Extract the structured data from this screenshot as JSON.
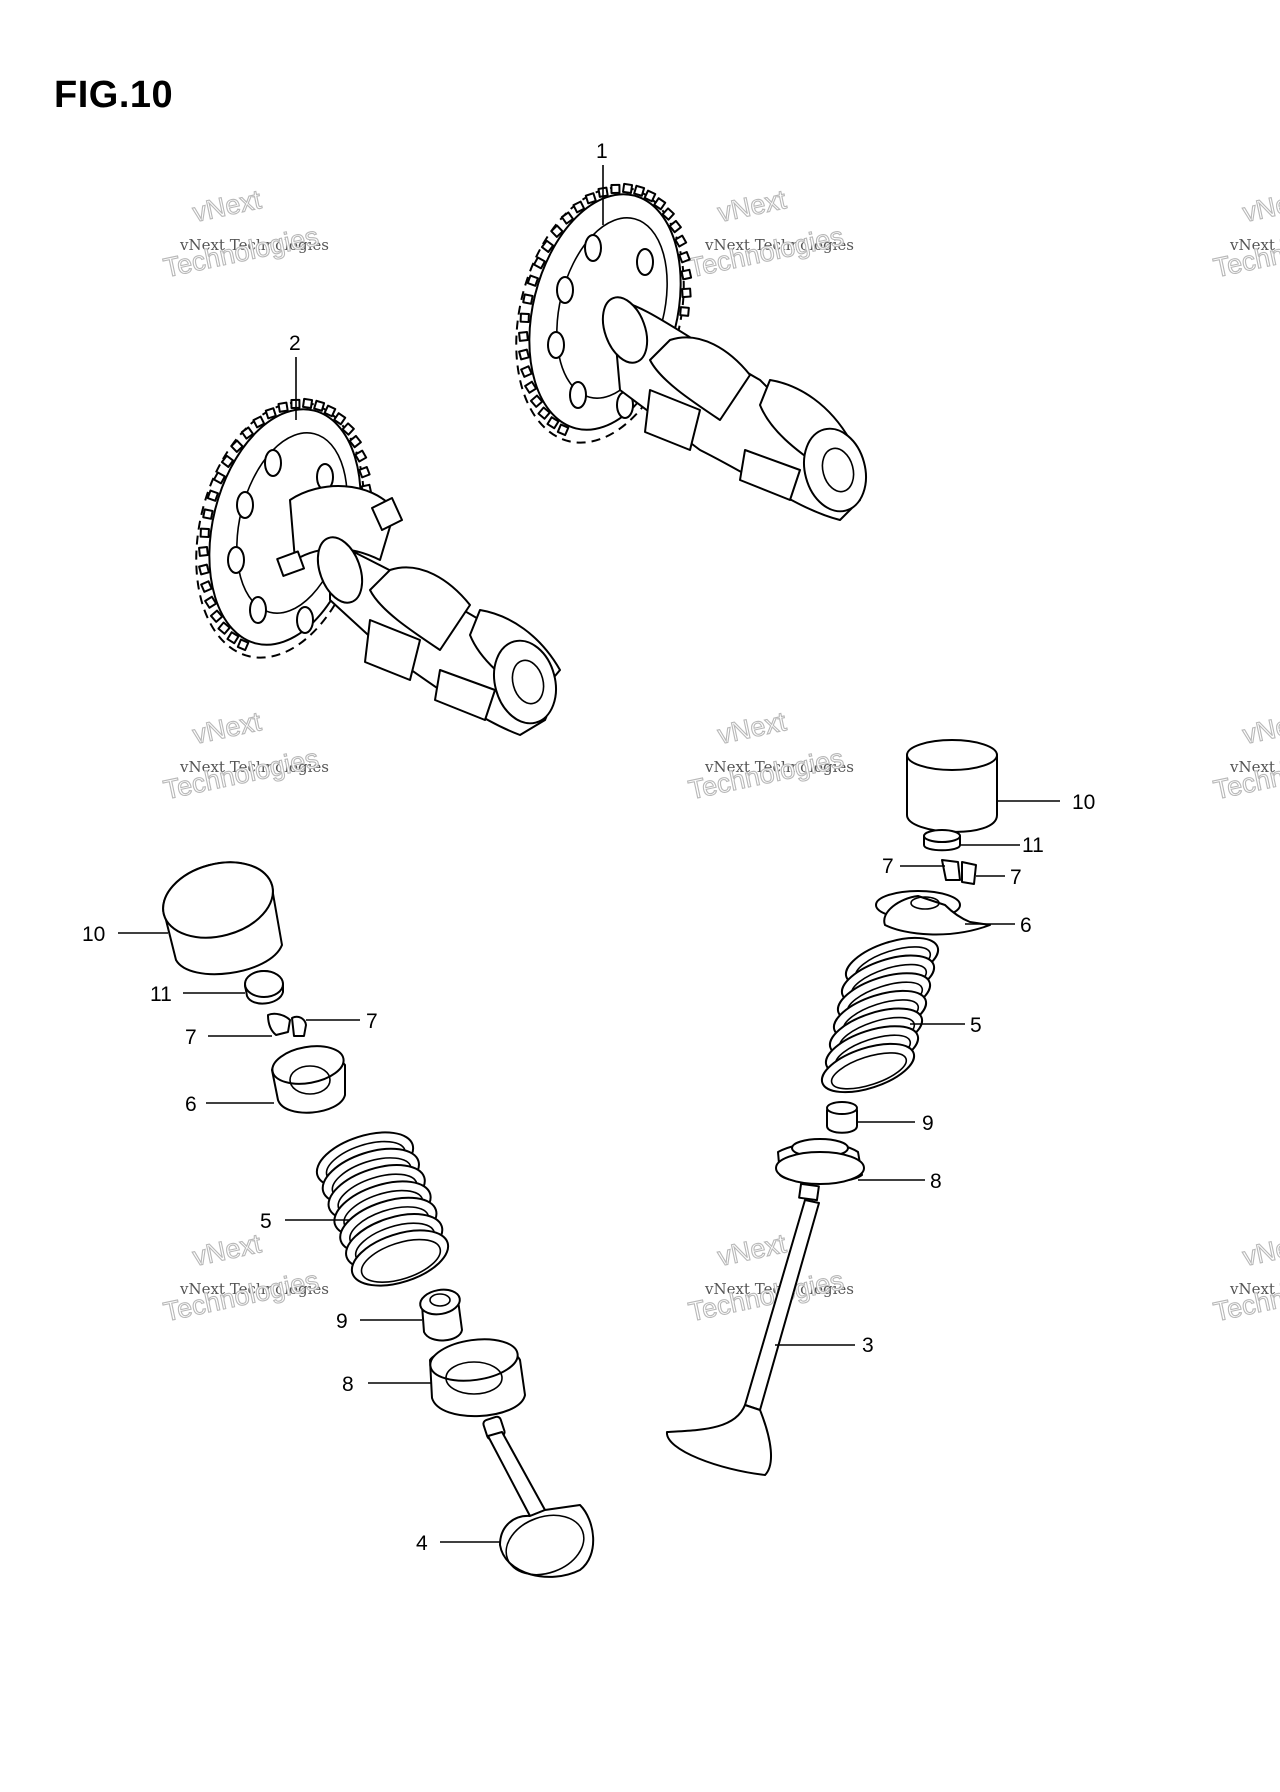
{
  "title": "FIG.10",
  "watermark": {
    "line1": "vNext",
    "line2": "vNext Technologies",
    "line3": "Technologies"
  },
  "callouts": {
    "camshaft_1": "1",
    "camshaft_2": "2",
    "valve_3": "3",
    "valve_4": "4",
    "spring_left": "5",
    "spring_right": "5",
    "retainer_left": "6",
    "retainer_right": "6",
    "cotter_left_a": "7",
    "cotter_left_b": "7",
    "cotter_right_a": "7",
    "cotter_right_b": "7",
    "seat_left": "8",
    "seat_right": "8",
    "seal_left": "9",
    "seal_right": "9",
    "tappet_left": "10",
    "tappet_right": "10",
    "shim_left": "11",
    "shim_right": "11"
  }
}
